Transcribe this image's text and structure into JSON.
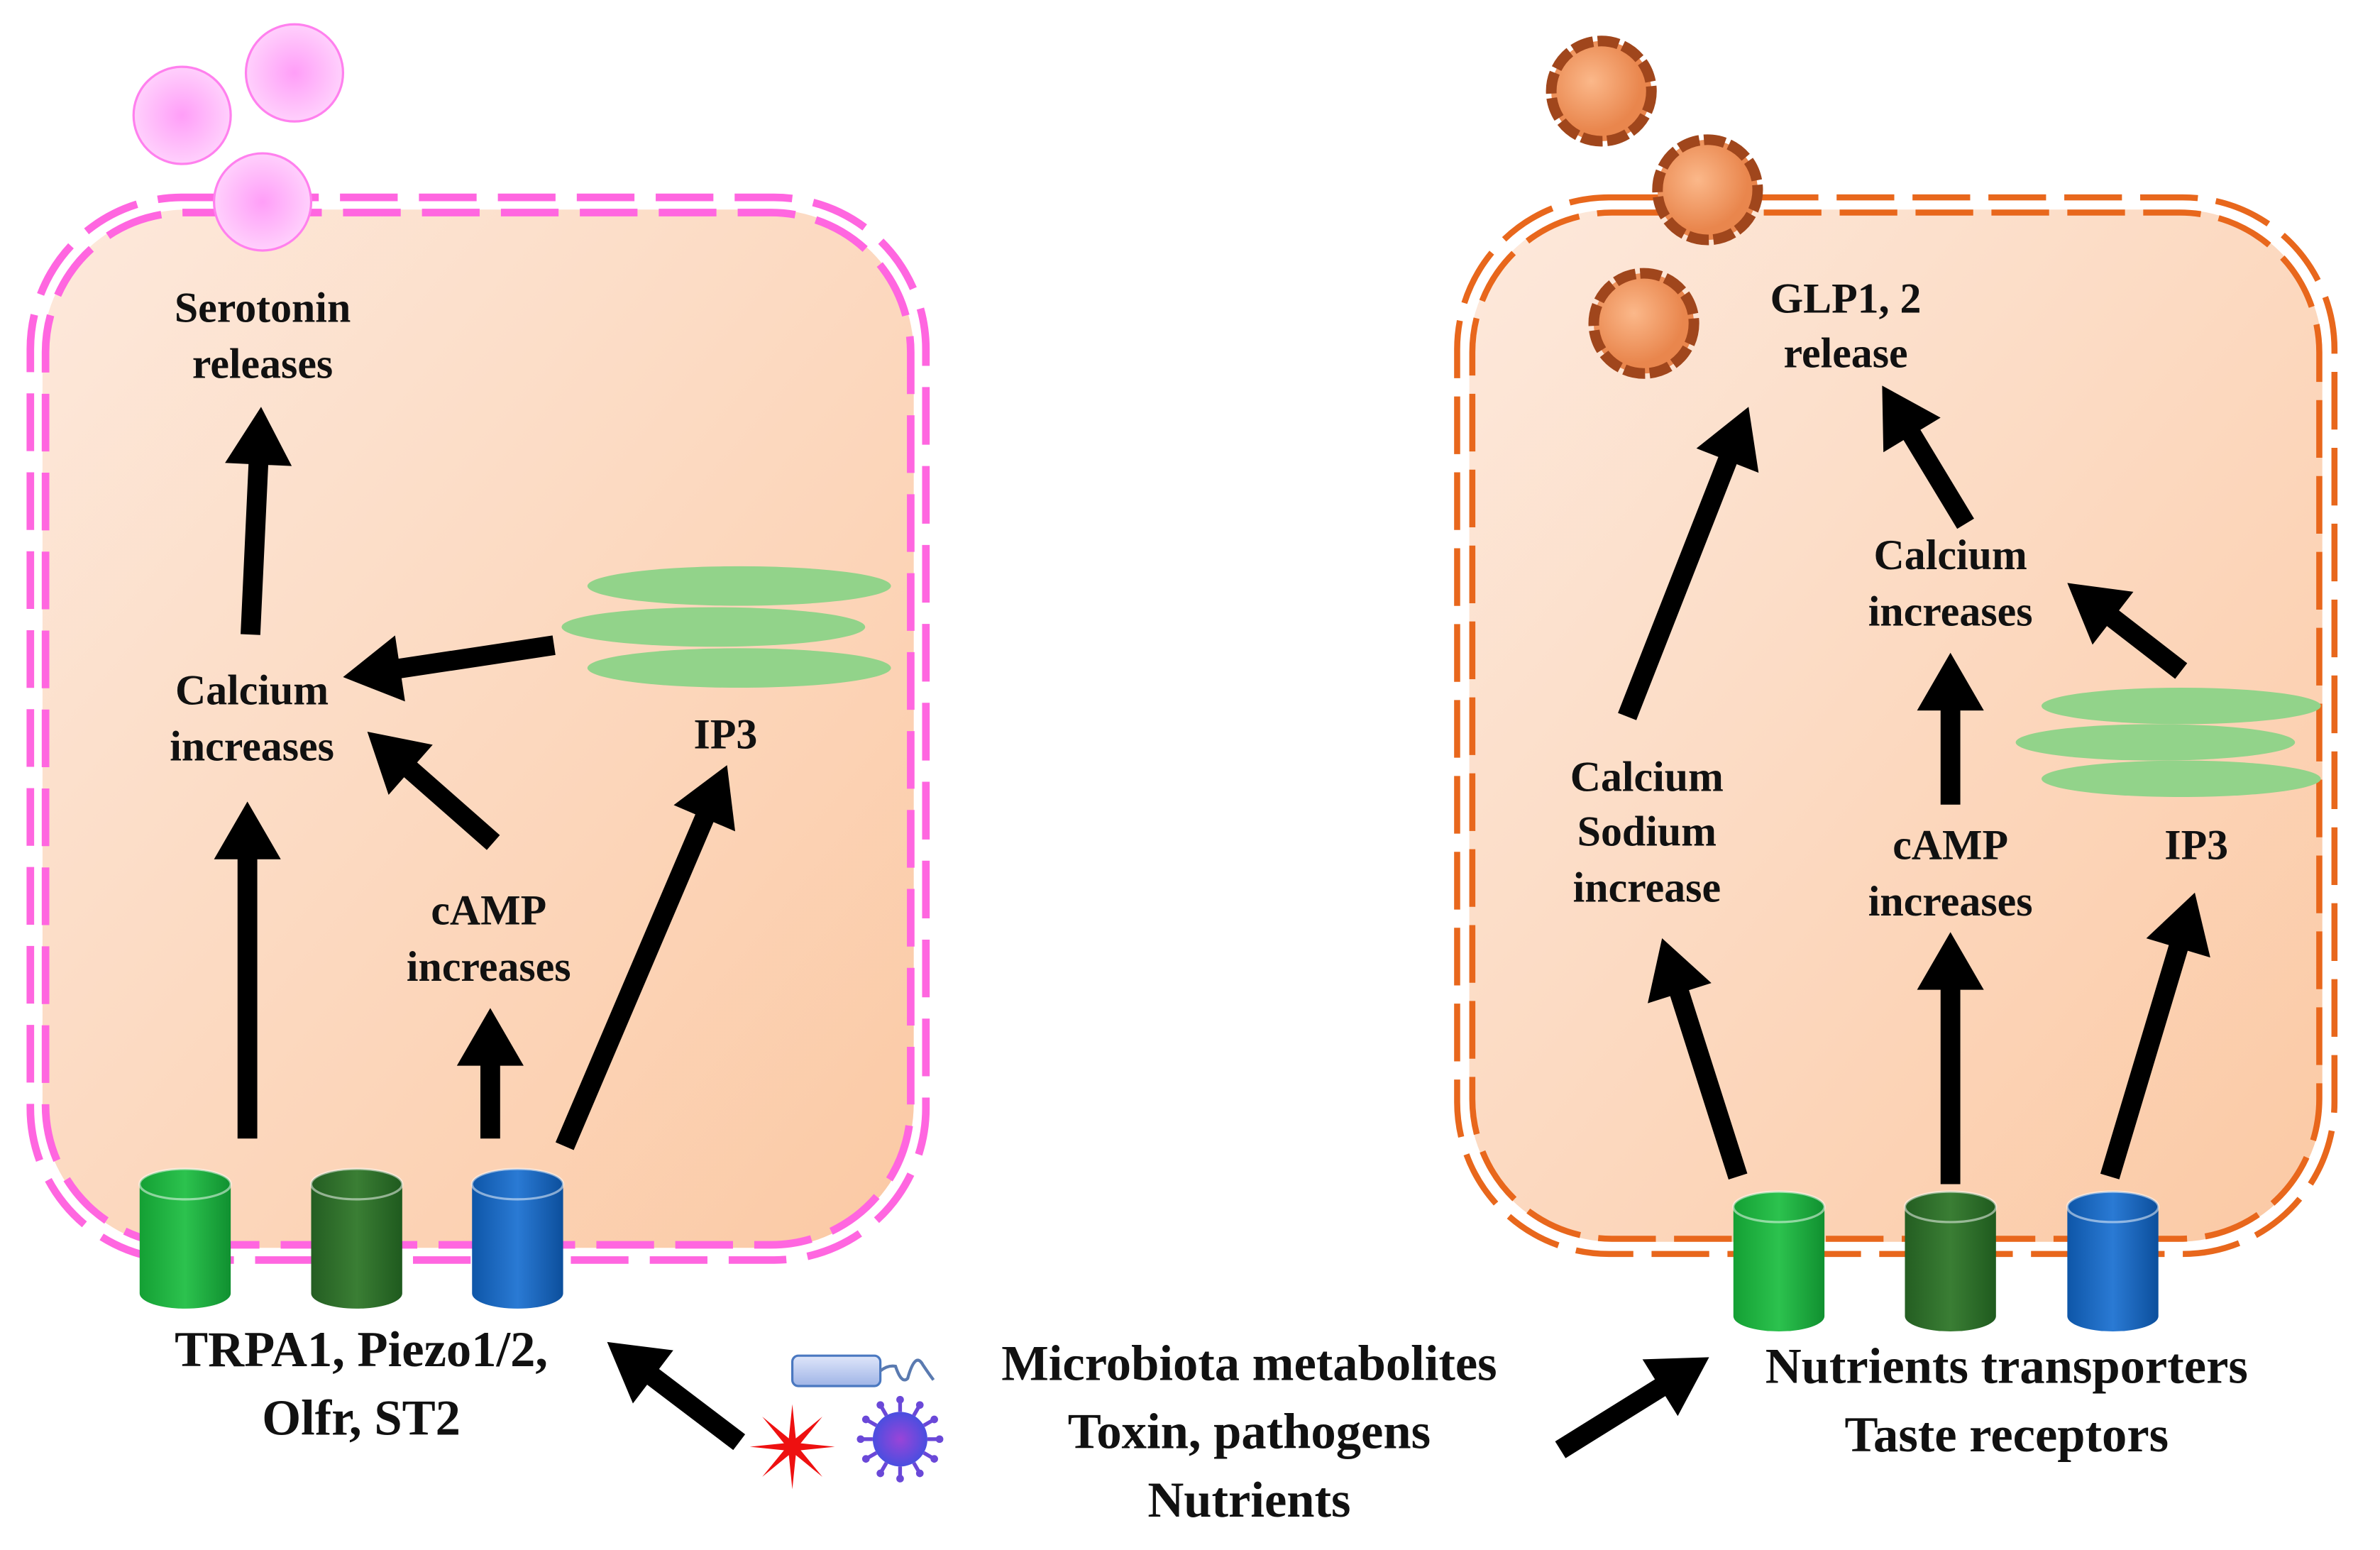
{
  "left_cell": {
    "output": [
      "Serotonin",
      "releases"
    ],
    "calcium": [
      "Calcium",
      "increases"
    ],
    "camp": [
      "cAMP",
      "increases"
    ],
    "ip3": "IP3",
    "receptors": [
      "TRPA1, Piezo1/2,",
      "Olfr, ST2"
    ],
    "membrane_color": "#ff66e0",
    "vesicle_color": "#ffa8fb"
  },
  "right_cell": {
    "output": [
      "GLP1, 2",
      "release"
    ],
    "calcium": [
      "Calcium",
      "increases"
    ],
    "calcium_sodium": [
      "Calcium",
      "Sodium",
      "increase"
    ],
    "camp": [
      "cAMP",
      "increases"
    ],
    "ip3": "IP3",
    "receptors": [
      "Nutrients transporters",
      "Taste receptors"
    ],
    "membrane_color": "#e8671c",
    "vesicle_color": "#a0461c"
  },
  "stimuli": [
    "Microbiota metabolites",
    "Toxin, pathogens",
    "Nutrients"
  ],
  "colors": {
    "cell_fill": "#fcd9c0",
    "er": "#92d38a",
    "channel_green": "#1daa3c",
    "channel_dark_green": "#2e6e2a",
    "channel_blue": "#1565c0",
    "arrow": "#000000"
  }
}
